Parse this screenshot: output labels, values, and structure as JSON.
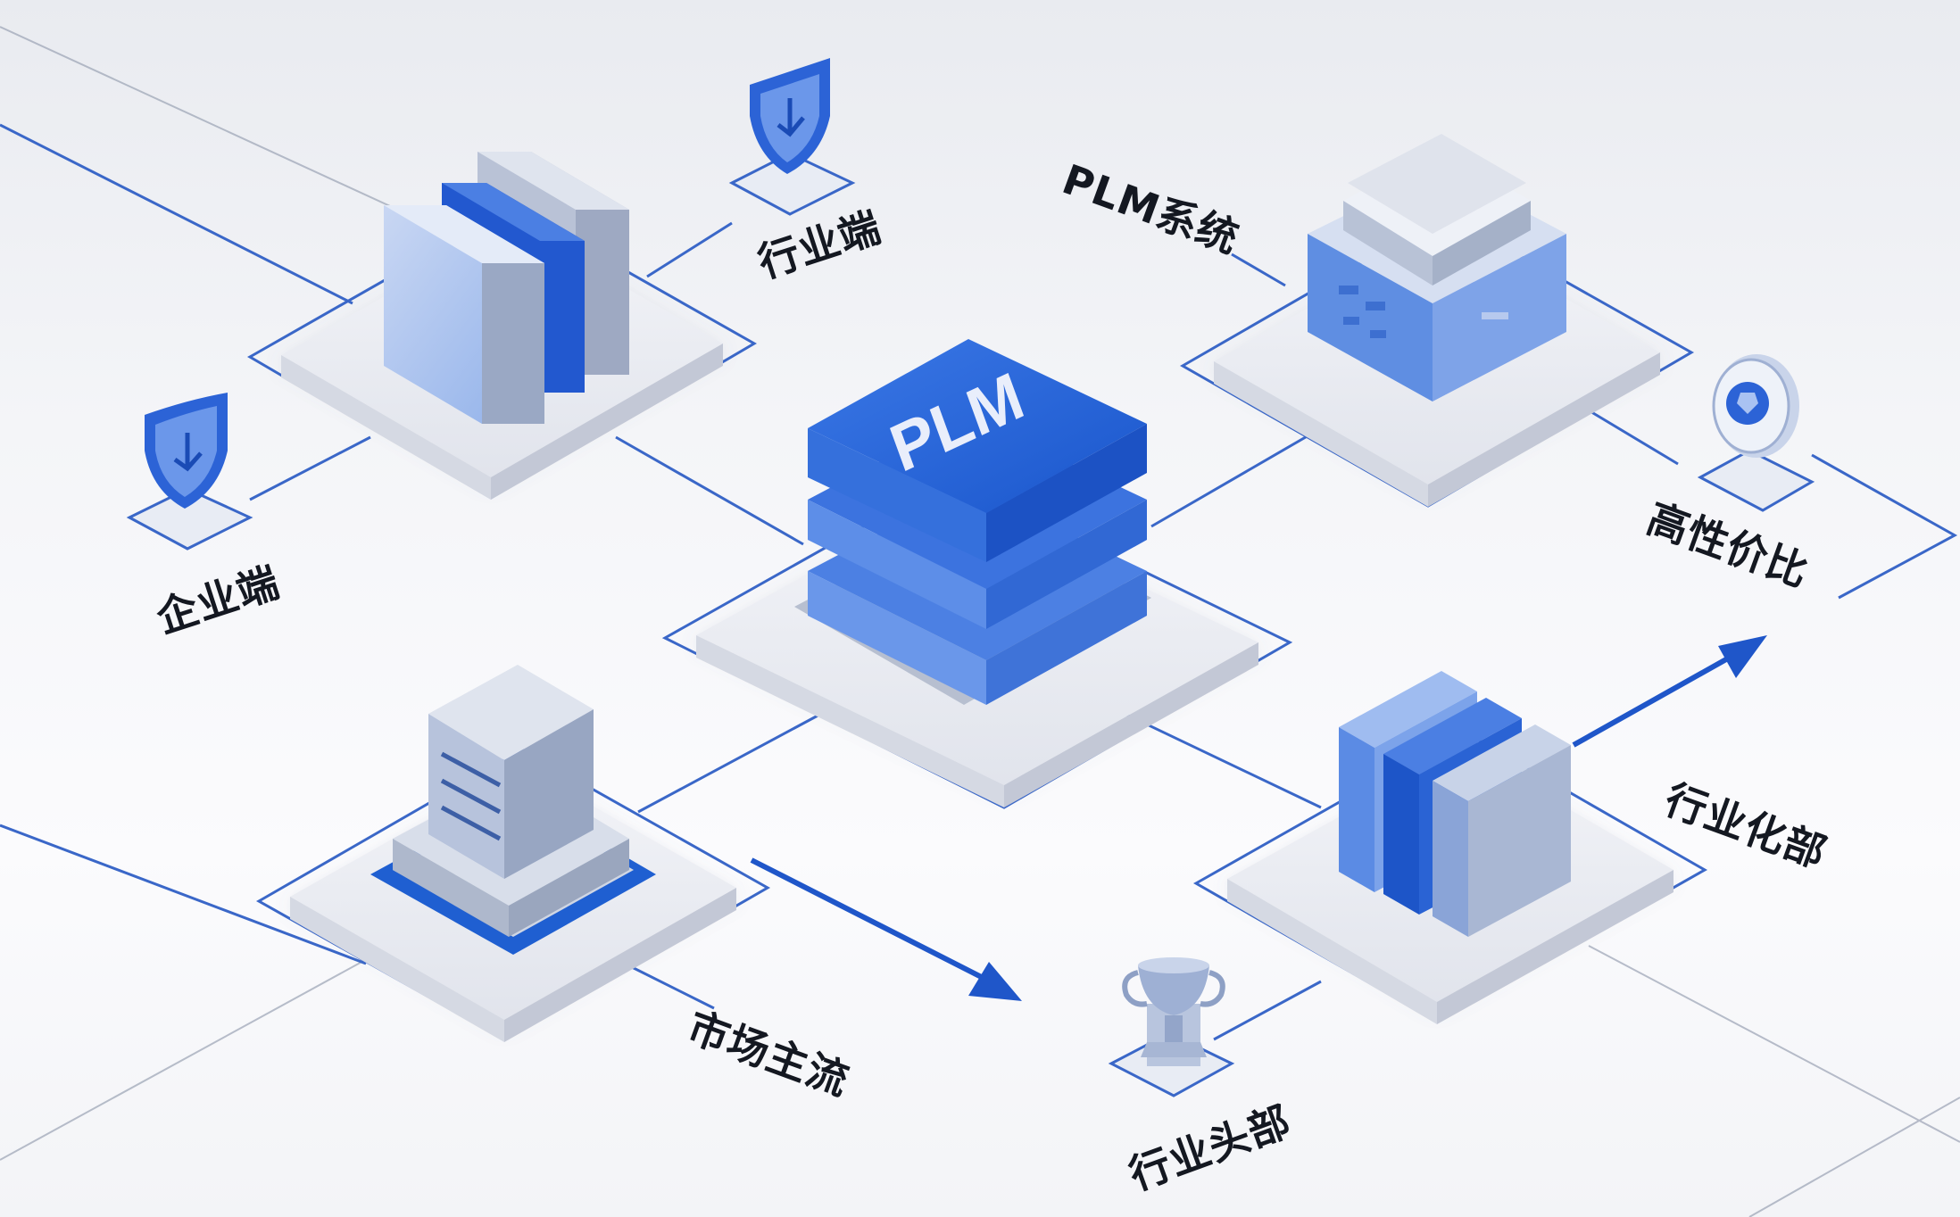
{
  "center_block_text": "PLM",
  "labels": {
    "industry_end": "行业端",
    "enterprise_end": "企业端",
    "plm_system": "PLM系统",
    "cost_effective": "高性价比",
    "industry_department": "行业化部",
    "market_mainstream": "市场主流",
    "industry_leader": "行业头部"
  },
  "colors": {
    "accent": "#1f5fd1",
    "accent_light": "#5b8ae3",
    "line": "#3a67c8",
    "platform": "#e8eaf1",
    "slab_gray": "#c7cdd9"
  }
}
